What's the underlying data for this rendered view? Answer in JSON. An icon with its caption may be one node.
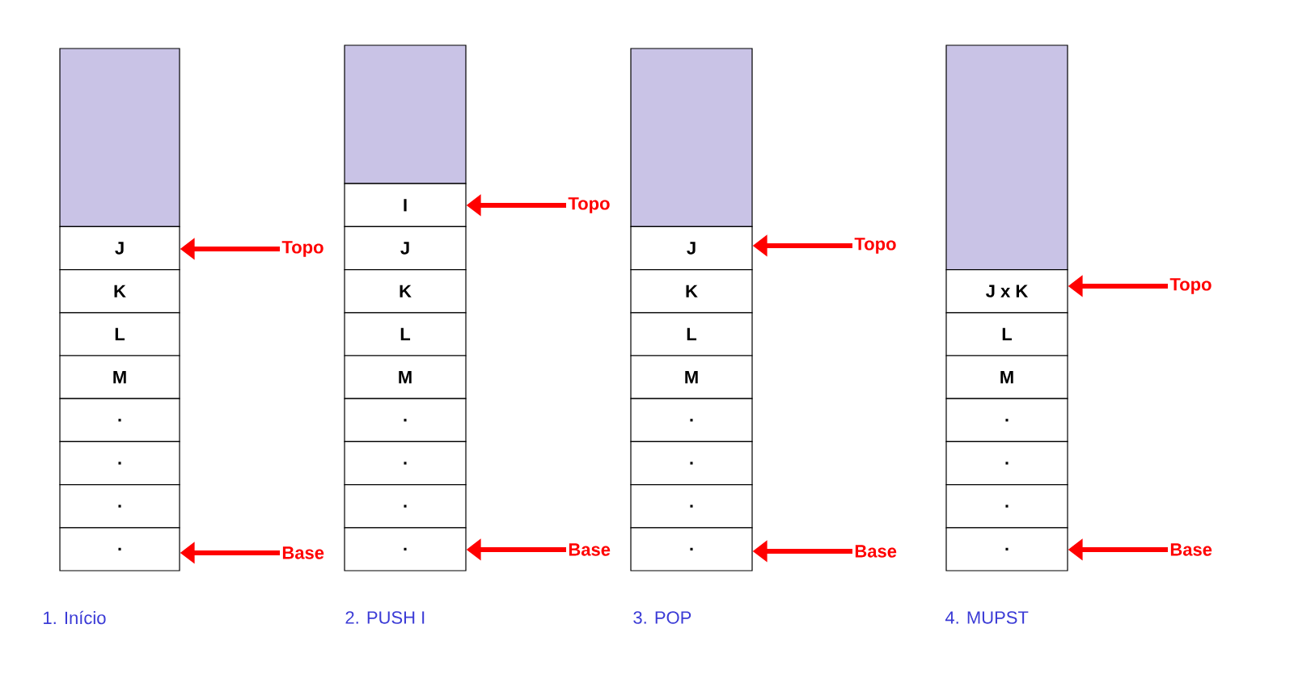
{
  "diagram": {
    "nodes": [
      {
        "text": [],
        "shape": "box"
      },
      {
        "text": [
          "J"
        ]
      },
      {
        "text": [
          "K"
        ]
      },
      {
        "text": [
          "L"
        ]
      },
      {
        "text": [
          "M"
        ]
      },
      {
        "text": [
          "."
        ]
      },
      {
        "text": [
          "."
        ]
      },
      {
        "text": [
          "."
        ]
      },
      {
        "text": [
          "."
        ]
      },
      {
        "text": [
          "Topo"
        ]
      },
      {
        "text": [
          "Base"
        ]
      },
      {
        "text": [],
        "shape": "box"
      },
      {
        "text": [
          "I"
        ]
      },
      {
        "text": [
          "J"
        ]
      },
      {
        "text": [
          "K"
        ]
      },
      {
        "text": [
          "L"
        ]
      },
      {
        "text": [
          "M"
        ]
      },
      {
        "text": [
          "."
        ]
      },
      {
        "text": [
          "."
        ]
      },
      {
        "text": [
          "."
        ]
      },
      {
        "text": [
          "."
        ]
      },
      {
        "text": [
          "Topo"
        ]
      },
      {
        "text": [
          "Base"
        ]
      },
      {
        "text": [],
        "shape": "box"
      },
      {
        "text": [
          "J"
        ]
      },
      {
        "text": [
          "K"
        ]
      },
      {
        "text": [
          "L"
        ]
      },
      {
        "text": [
          "M"
        ]
      },
      {
        "text": [
          "."
        ]
      },
      {
        "text": [
          "."
        ]
      },
      {
        "text": [
          "."
        ]
      },
      {
        "text": [
          "."
        ]
      },
      {
        "text": [
          "Topo"
        ]
      },
      {
        "text": [
          "Base"
        ]
      },
      {
        "text": [],
        "shape": "box"
      },
      {
        "text": [
          "J x K"
        ]
      },
      {
        "text": [
          "L"
        ]
      },
      {
        "text": [
          "M"
        ]
      },
      {
        "text": [
          "."
        ]
      },
      {
        "text": [
          "."
        ]
      },
      {
        "text": [
          "."
        ]
      },
      {
        "text": [
          "."
        ]
      },
      {
        "text": [
          "Topo"
        ]
      },
      {
        "text": [
          "Base"
        ]
      }
    ],
    "edges": [
      {
        "from": 9,
        "to": 1,
        "arrow": "to"
      },
      {
        "from": 10,
        "to": 8,
        "arrow": "to"
      },
      {
        "from": 21,
        "to": 12,
        "arrow": "to"
      },
      {
        "from": 22,
        "to": 20,
        "arrow": "to"
      },
      {
        "from": 32,
        "to": 24,
        "arrow": "to"
      },
      {
        "from": 33,
        "to": 31,
        "arrow": "to"
      },
      {
        "from": 42,
        "to": 35,
        "arrow": "to"
      },
      {
        "from": 43,
        "to": 41,
        "arrow": "to"
      }
    ],
    "labels": [
      "1. Início",
      "2. PUSH I",
      "3. POP",
      "4. MUPST"
    ]
  }
}
